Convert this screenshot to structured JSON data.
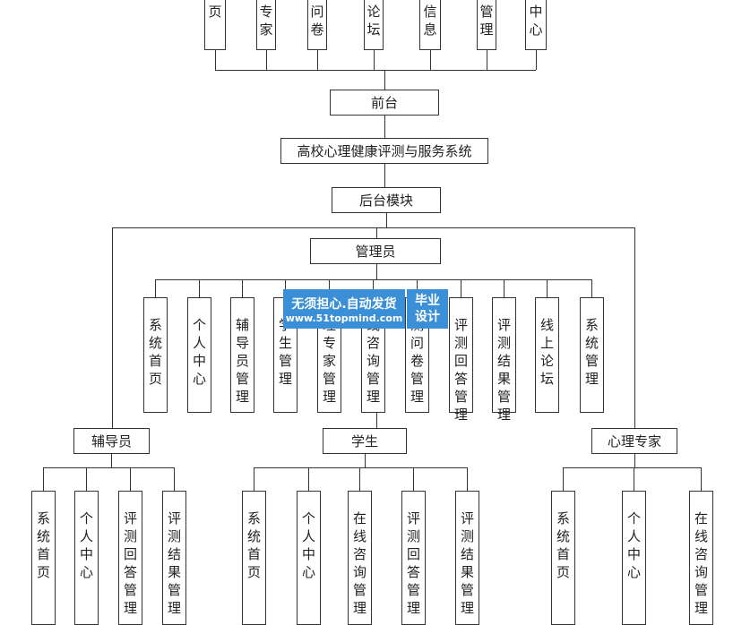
{
  "top_row": [
    "页",
    "专家",
    "问卷",
    "论坛",
    "信息",
    "管理",
    "中心"
  ],
  "front": "前台",
  "system": "高校心理健康评测与服务系统",
  "backend": "后台模块",
  "admin": {
    "label": "管理员",
    "children": [
      "系统首页",
      "个人中心",
      "辅导员管理",
      "学生管理",
      "理专家管理",
      "线咨询管理",
      "测问卷管理",
      "评测回答管理",
      "评测结果管理",
      "线上论坛",
      "系统管理"
    ]
  },
  "roles": [
    {
      "label": "辅导员",
      "children": [
        "系统首页",
        "个人中心",
        "评测回答管理",
        "评测结果管理"
      ]
    },
    {
      "label": "学生",
      "children": [
        "系统首页",
        "个人中心",
        "在线咨询管理",
        "评测回答管理",
        "评测结果管理"
      ]
    },
    {
      "label": "心理专家",
      "children": [
        "系统首页",
        "个人中心",
        "在线咨询管理"
      ]
    }
  ],
  "watermark": {
    "line1": "无须担心.自动发货",
    "line2": "www.51topmind.com",
    "badge": "毕业设计"
  }
}
